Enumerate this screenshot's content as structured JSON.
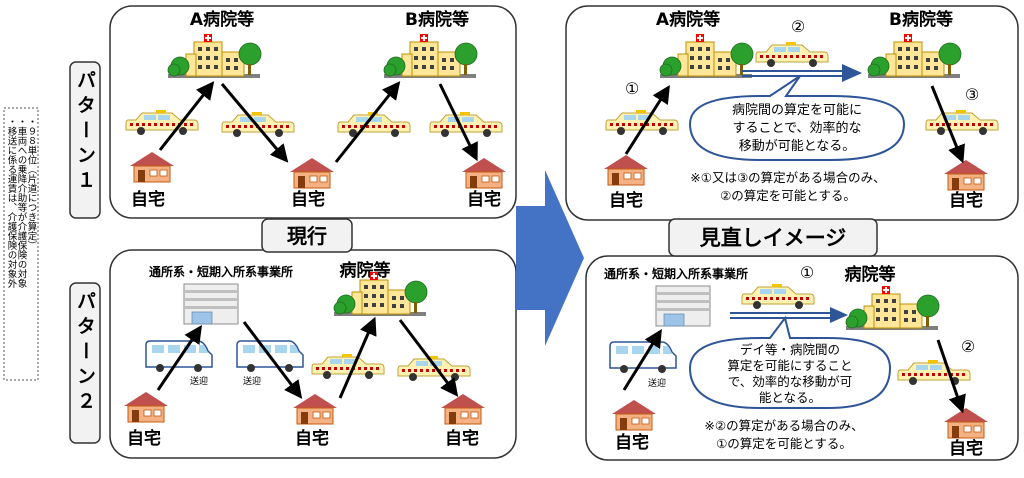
{
  "side_note": {
    "lines": [
      "・９８単位（片道につき算定）",
      "・車両への乗降介助等が介護保険の対象",
      "・移送に係る運賃は、介護保険の対象外"
    ]
  },
  "pattern_tabs": [
    {
      "label": "パターン１"
    },
    {
      "label": "パターン２"
    }
  ],
  "current": {
    "label": "現行",
    "pattern1": {
      "hospital_a": "A病院等",
      "hospital_b": "B病院等",
      "home": "自宅"
    },
    "pattern2": {
      "facility": "通所系・短期入所系事業所",
      "hospital": "病院等",
      "pickup": "送迎",
      "home": "自宅"
    }
  },
  "revised": {
    "label": "見直しイメージ",
    "pattern1": {
      "hospital_a": "A病院等",
      "hospital_b": "B病院等",
      "home": "自宅",
      "num1": "①",
      "num2": "②",
      "num3": "③",
      "bubble": [
        "病院間の算定を可能に",
        "することで、効率的な",
        "移動が可能となる。"
      ],
      "note": [
        "※①又は③の算定がある場合のみ、",
        "②の算定を可能とする。"
      ]
    },
    "pattern2": {
      "facility": "通所系・短期入所系事業所",
      "hospital": "病院等",
      "pickup": "送迎",
      "home": "自宅",
      "num1": "①",
      "num2": "②",
      "bubble": [
        "デイ等・病院間の",
        "算定を可能にすること",
        "で、効率的な移動が可",
        "能となる。"
      ],
      "note": [
        "※②の算定がある場合のみ、",
        "①の算定を可能とする。"
      ]
    }
  },
  "colors": {
    "panel_border": "#333333",
    "label_bg": "#f2f2f2",
    "big_arrow": "#4472c4",
    "blue_line": "#2e5597",
    "taxi_body": "#fff2b3",
    "taxi_check": "#c00000",
    "house_roof": "#c0504d",
    "house_wall": "#e46c0a",
    "tree": "#2ca02c",
    "building": "#ffe699"
  }
}
